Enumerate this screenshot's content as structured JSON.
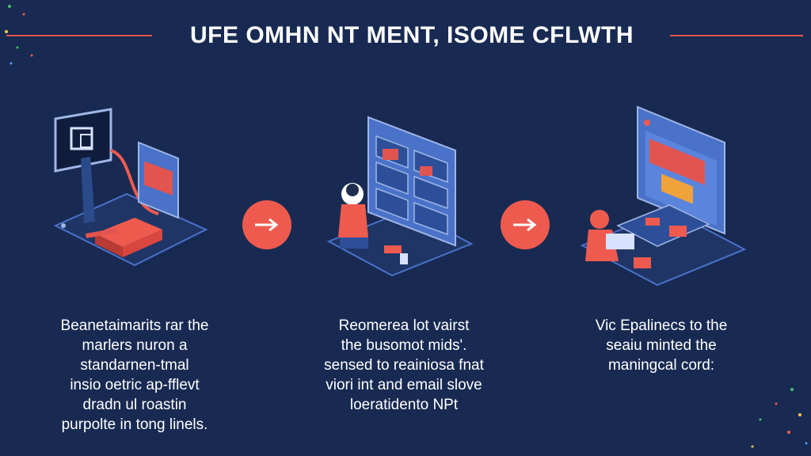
{
  "title": "UFE OMHN NT MENT, ISOME CFLWTH",
  "colors": {
    "background": "#182a52",
    "accent": "#ef5a4f",
    "screen_blue": "#4a72c9",
    "text": "#ffffff"
  },
  "steps": [
    {
      "illustration": "isometric-desk-with-monitor-icon",
      "caption_lines": [
        "Beanetaimarits rar the",
        "marlers nuron a",
        "standarnen-tmal",
        "insio oetric ap-fflevt",
        "dradn ul roastin",
        "purpolte in tong linels."
      ]
    },
    {
      "illustration": "isometric-person-at-cabinet-icon",
      "caption_lines": [
        "Reomerea lot vairst",
        "the busomot mids'.",
        "sensed to reainiosa fnat",
        "viori int and email slove",
        "loeratidento NPt"
      ]
    },
    {
      "illustration": "isometric-person-at-computer-icon",
      "caption_lines": [
        "Vic Epalinecs to the",
        "seaiu minted the",
        "maningcal cord:"
      ]
    }
  ],
  "arrows": [
    "arrow-right-icon",
    "arrow-right-icon"
  ]
}
